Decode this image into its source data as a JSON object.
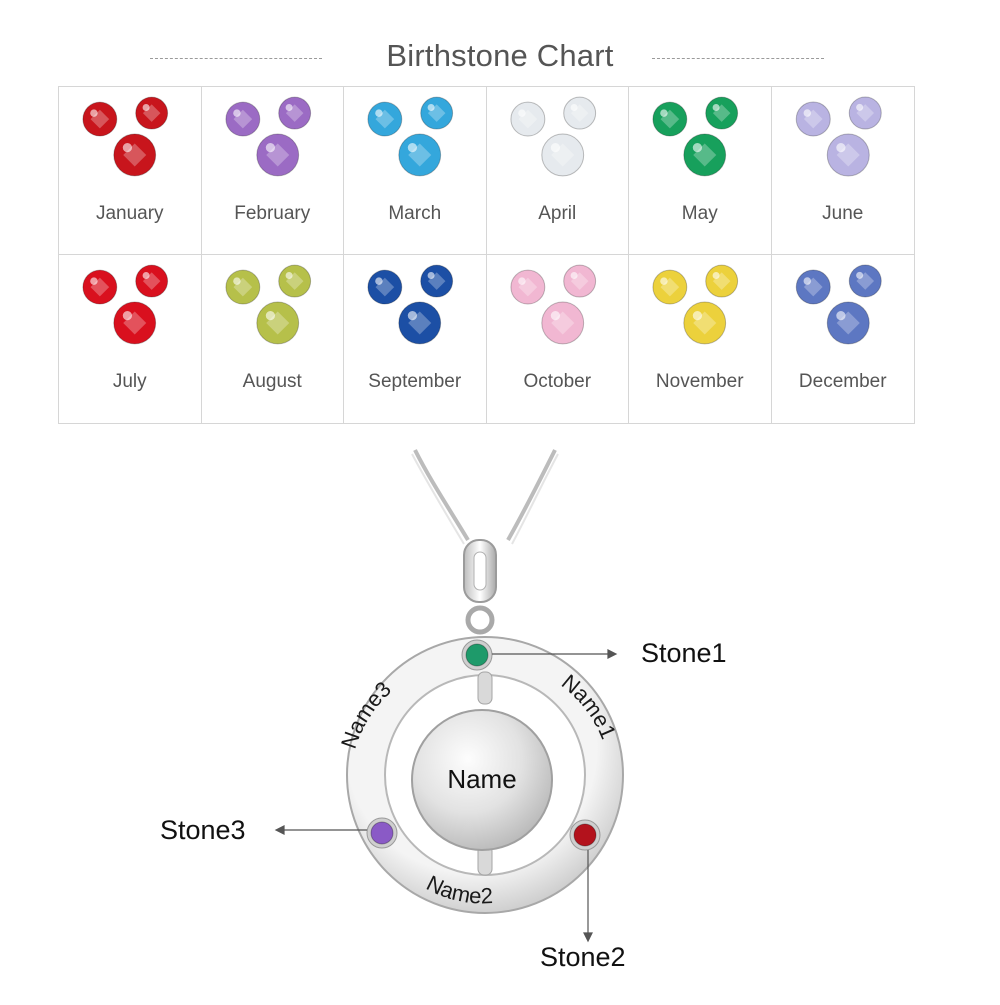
{
  "title": "Birthstone Chart",
  "months": [
    {
      "label": "January",
      "color": "#c8151c"
    },
    {
      "label": "February",
      "color": "#9b6bc4"
    },
    {
      "label": "March",
      "color": "#34a7dc"
    },
    {
      "label": "April",
      "color": "#e6eaee"
    },
    {
      "label": "May",
      "color": "#17a05c"
    },
    {
      "label": "June",
      "color": "#b9b3e2"
    },
    {
      "label": "July",
      "color": "#d9101e"
    },
    {
      "label": "August",
      "color": "#b6c04a"
    },
    {
      "label": "September",
      "color": "#1c4fa5"
    },
    {
      "label": "October",
      "color": "#f1b7d2"
    },
    {
      "label": "November",
      "color": "#ecd13c"
    },
    {
      "label": "December",
      "color": "#5d77c2"
    }
  ],
  "pendant": {
    "center_text": "Name",
    "ring_names": [
      "Name1",
      "Name2",
      "Name3"
    ],
    "stones": [
      {
        "label": "Stone1",
        "color": "#1e9a6a"
      },
      {
        "label": "Stone2",
        "color": "#b3121c"
      },
      {
        "label": "Stone3",
        "color": "#8a5ac6"
      }
    ]
  }
}
